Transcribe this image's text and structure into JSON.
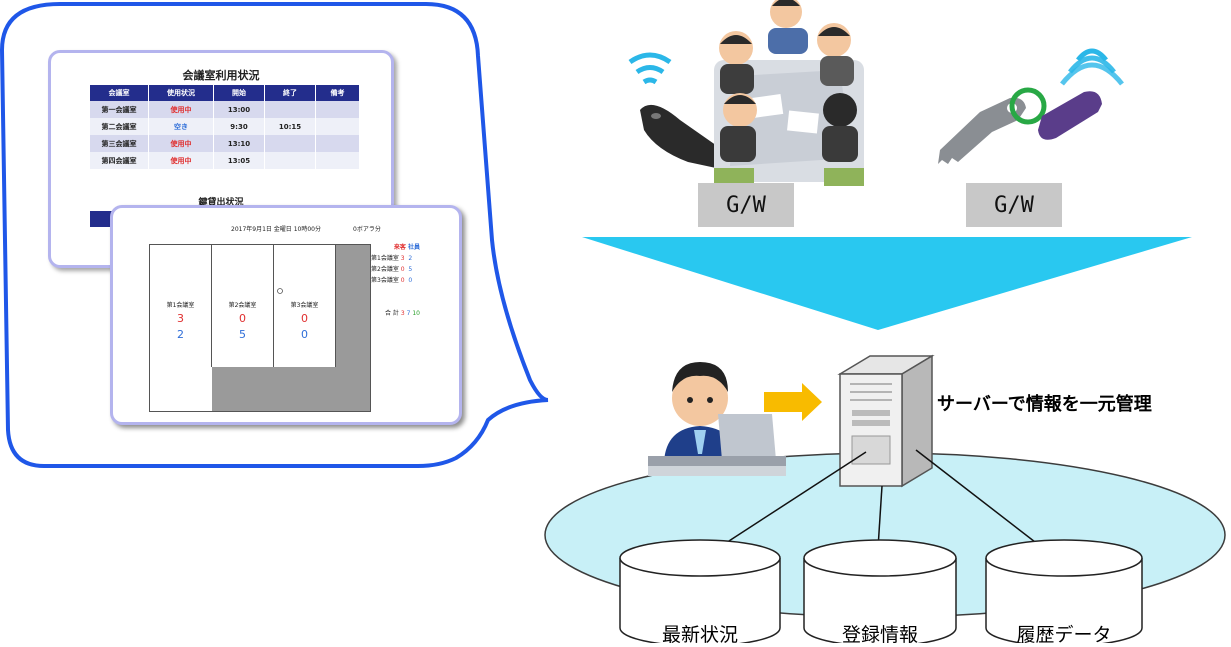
{
  "usage_window": {
    "title": "会議室利用状況",
    "columns": [
      "会議室",
      "使用状況",
      "開始",
      "終了",
      "備考"
    ],
    "rows": [
      {
        "room": "第一会議室",
        "status": "使用中",
        "status_kind": "busy",
        "start": "13:00",
        "end": "",
        "note": ""
      },
      {
        "room": "第二会議室",
        "status": "空き",
        "status_kind": "free",
        "start": "9:30",
        "end": "10:15",
        "note": ""
      },
      {
        "room": "第三会議室",
        "status": "使用中",
        "status_kind": "busy",
        "start": "13:10",
        "end": "",
        "note": ""
      },
      {
        "room": "第四会議室",
        "status": "使用中",
        "status_kind": "busy",
        "start": "13:05",
        "end": "",
        "note": ""
      }
    ],
    "key_title": "鍵貸出状況"
  },
  "floor_window": {
    "datetime": "2017年9月1日 金曜日 10時00分",
    "refresh": "0ボアラ分",
    "rooms": [
      {
        "name": "第1会議室",
        "visitors": "3",
        "staff": "2"
      },
      {
        "name": "第2会議室",
        "visitors": "0",
        "staff": "5"
      },
      {
        "name": "第3会議室",
        "visitors": "0",
        "staff": "0"
      }
    ],
    "summary_header": {
      "visitors": "来客",
      "staff": "社員"
    },
    "summary_rows": [
      {
        "name": "第1会議室",
        "visitors": "3",
        "staff": "2"
      },
      {
        "name": "第2会議室",
        "visitors": "0",
        "staff": "5"
      },
      {
        "name": "第3会議室",
        "visitors": "0",
        "staff": "0"
      }
    ],
    "total": {
      "label": "合 計",
      "visitors": "3",
      "staff": "7",
      "all": "10"
    }
  },
  "gateways": [
    {
      "label": "G/W"
    },
    {
      "label": "G/W"
    }
  ],
  "server_label": "サーバーで情報を一元管理",
  "databases": [
    {
      "label": "最新状況"
    },
    {
      "label": "登録情報"
    },
    {
      "label": "履歴データ"
    }
  ],
  "colors": {
    "bubble_border": "#1f57e8",
    "window_border": "#b4b4ee",
    "header_navy": "#232d8c",
    "funnel": "#29c8f0",
    "ellipse_fill": "#c8f0f7",
    "arrow": "#f8bb00"
  }
}
